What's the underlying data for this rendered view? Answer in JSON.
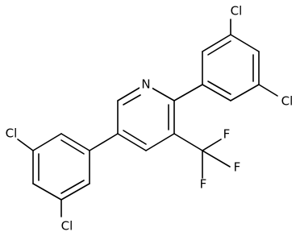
{
  "molecule": {
    "atoms": {
      "n1": {
        "symbol": "N"
      },
      "cl_top": {
        "symbol": "Cl"
      },
      "cl_right": {
        "symbol": "Cl"
      },
      "cl_left": {
        "symbol": "Cl"
      },
      "cl_bottom": {
        "symbol": "Cl"
      },
      "f_top": {
        "symbol": "F"
      },
      "f_right": {
        "symbol": "F"
      },
      "f_bottom": {
        "symbol": "F"
      }
    }
  }
}
